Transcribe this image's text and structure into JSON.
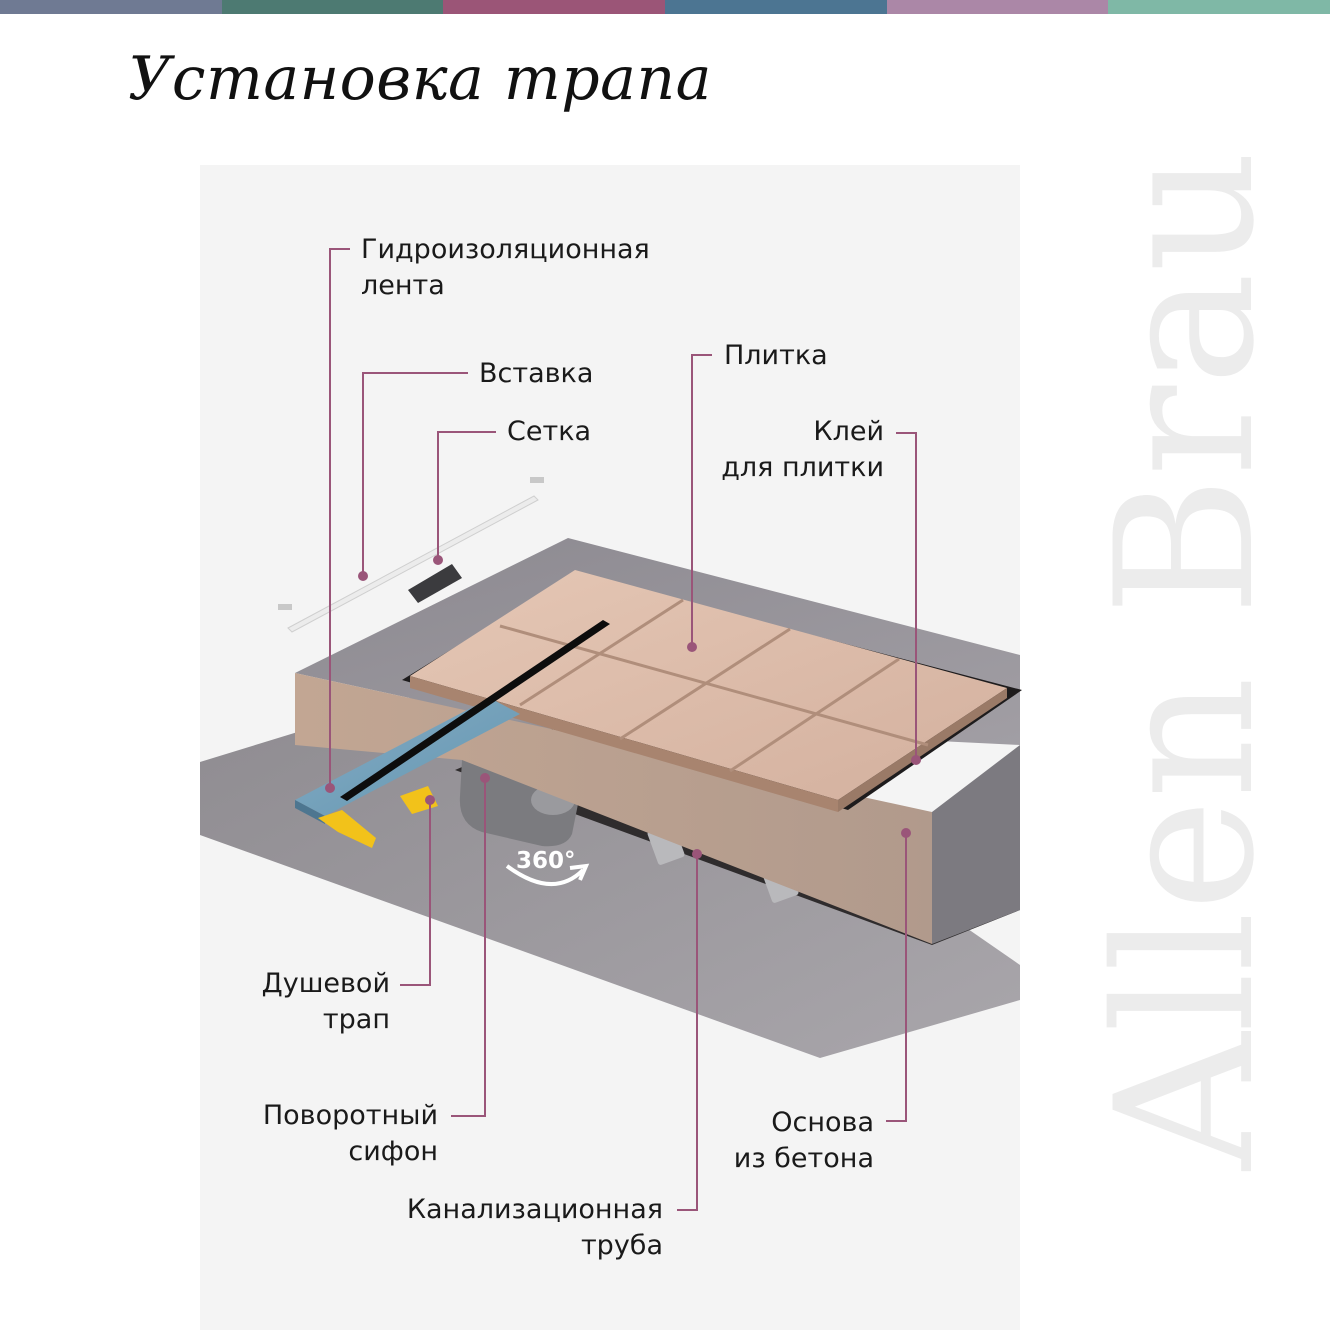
{
  "colors": {
    "strip": [
      "#6f7a93",
      "#4d7a72",
      "#9b5577",
      "#4c7592",
      "#ab87a7",
      "#7fb8a6"
    ],
    "leader": "#9a5579",
    "tile": "#d8b8a6",
    "concrete": "#8e8b92"
  },
  "title": "Установка трапа",
  "watermark": "Allen Brau",
  "rotation_badge": "360°",
  "labels": {
    "tape": "Гидроизоляционная\nлента",
    "insert": "Вставка",
    "grate": "Сетка",
    "tile": "Плитка",
    "adhesive": "Клей\nдля плитки",
    "drain": "Душевой\nтрап",
    "siphon": "Поворотный\nсифон",
    "pipe": "Канализационная\nтруба",
    "base": "Основа\nиз бетона"
  }
}
